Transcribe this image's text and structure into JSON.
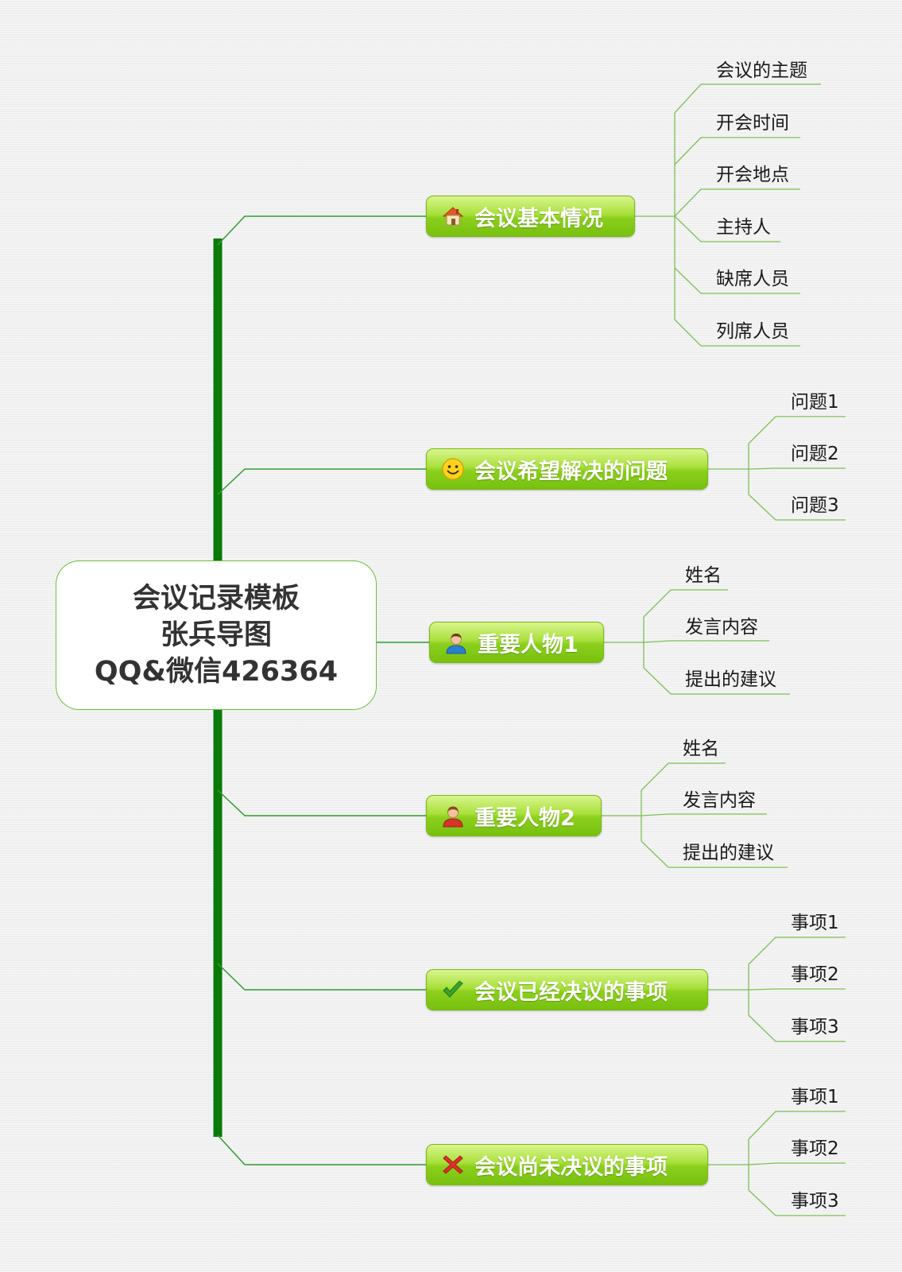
{
  "central": {
    "lines": [
      "会议记录模板",
      "张兵导图",
      "QQ&微信426364"
    ]
  },
  "colors": {
    "trunk": "#0a7a0a",
    "connector": "#2e9e2e",
    "leaf_connector": "#7cbf55",
    "branch_fill": "#8bcf1c",
    "branch_text": "#ffffff"
  },
  "branches": [
    {
      "label": "会议基本情况",
      "icon": "house-icon",
      "children": [
        "会议的主题",
        "开会时间",
        "开会地点",
        "主持人",
        "缺席人员",
        "列席人员"
      ]
    },
    {
      "label": "会议希望解决的问题",
      "icon": "smiley-icon",
      "children": [
        "问题1",
        "问题2",
        "问题3"
      ]
    },
    {
      "label": "重要人物1",
      "icon": "person-blue-icon",
      "children": [
        "姓名",
        "发言内容",
        "提出的建议"
      ]
    },
    {
      "label": "重要人物2",
      "icon": "person-red-icon",
      "children": [
        "姓名",
        "发言内容",
        "提出的建议"
      ]
    },
    {
      "label": "会议已经决议的事项",
      "icon": "checkmark-icon",
      "children": [
        "事项1",
        "事项2",
        "事项3"
      ]
    },
    {
      "label": "会议尚未决议的事项",
      "icon": "cross-icon",
      "children": [
        "事项1",
        "事项2",
        "事项3"
      ]
    }
  ]
}
